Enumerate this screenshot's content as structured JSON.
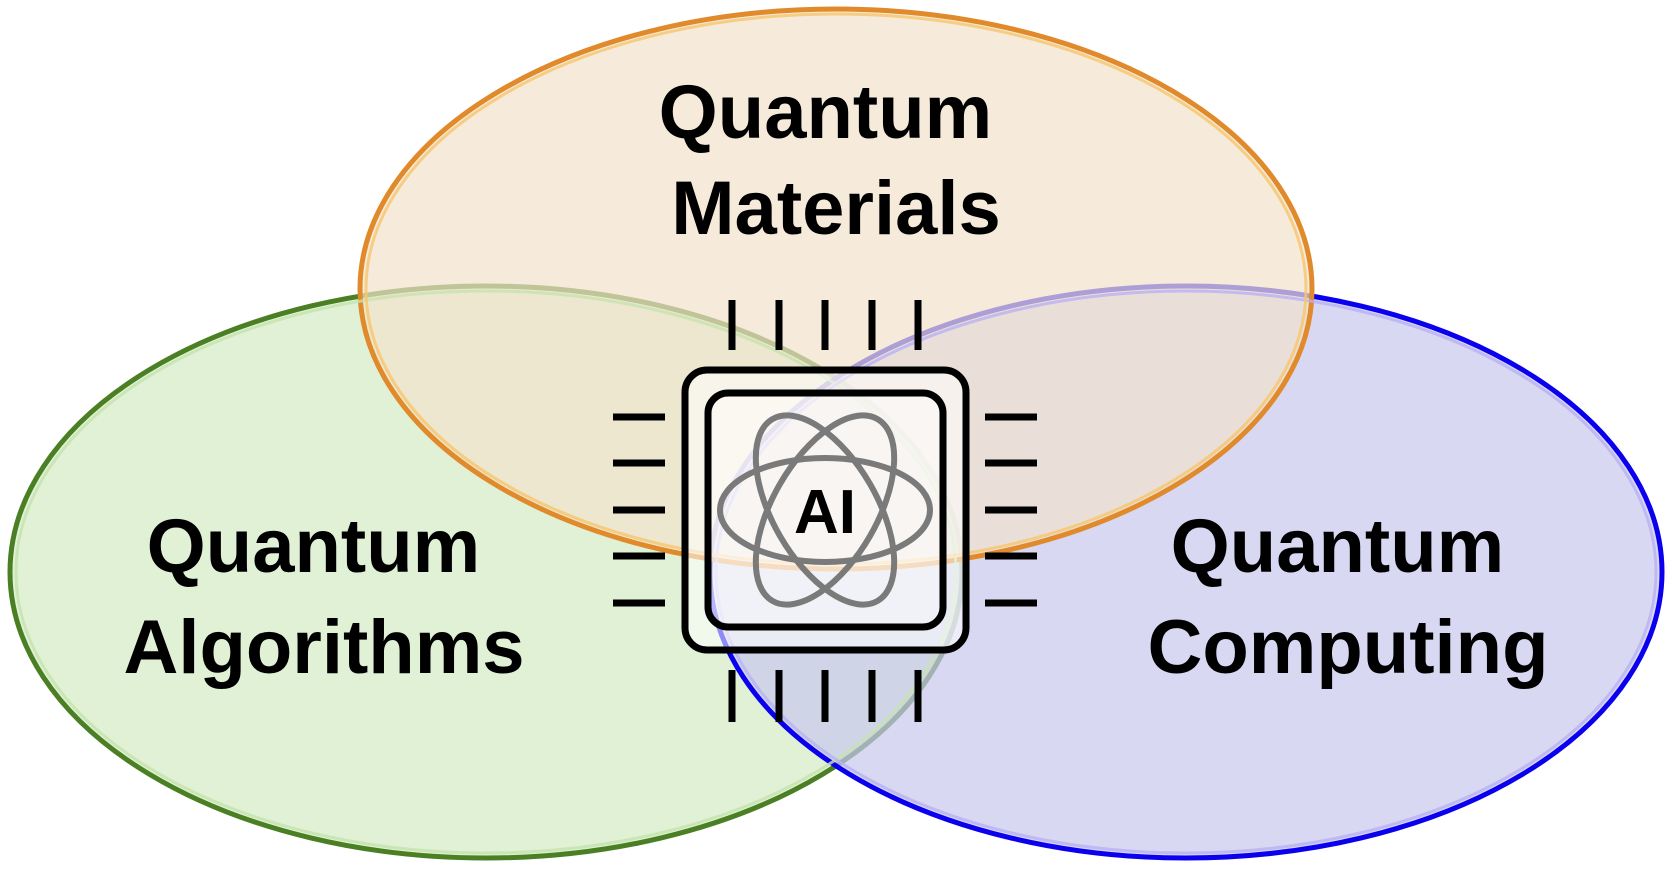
{
  "diagram": {
    "sets": [
      {
        "id": "materials",
        "lines": [
          "Quantum",
          "Materials"
        ],
        "fill": "#f2e2cc",
        "stroke": "#e08a2b",
        "inner_stroke": "#f6c66b"
      },
      {
        "id": "algorithms",
        "lines": [
          "Quantum",
          "Algorithms"
        ],
        "fill": "#d6ecc8",
        "stroke": "#4a7f23",
        "inner_stroke": "#c6e3ad"
      },
      {
        "id": "computing",
        "lines": [
          "Quantum",
          "Computing"
        ],
        "fill": "#c8c8ee",
        "stroke": "#0a00ee",
        "inner_stroke": "#b9b2f3"
      }
    ],
    "center": {
      "label": "AI",
      "icon": "ai-chip-atom-icon",
      "chip_color": "#000000",
      "atom_color": "#7a7a7a"
    }
  }
}
